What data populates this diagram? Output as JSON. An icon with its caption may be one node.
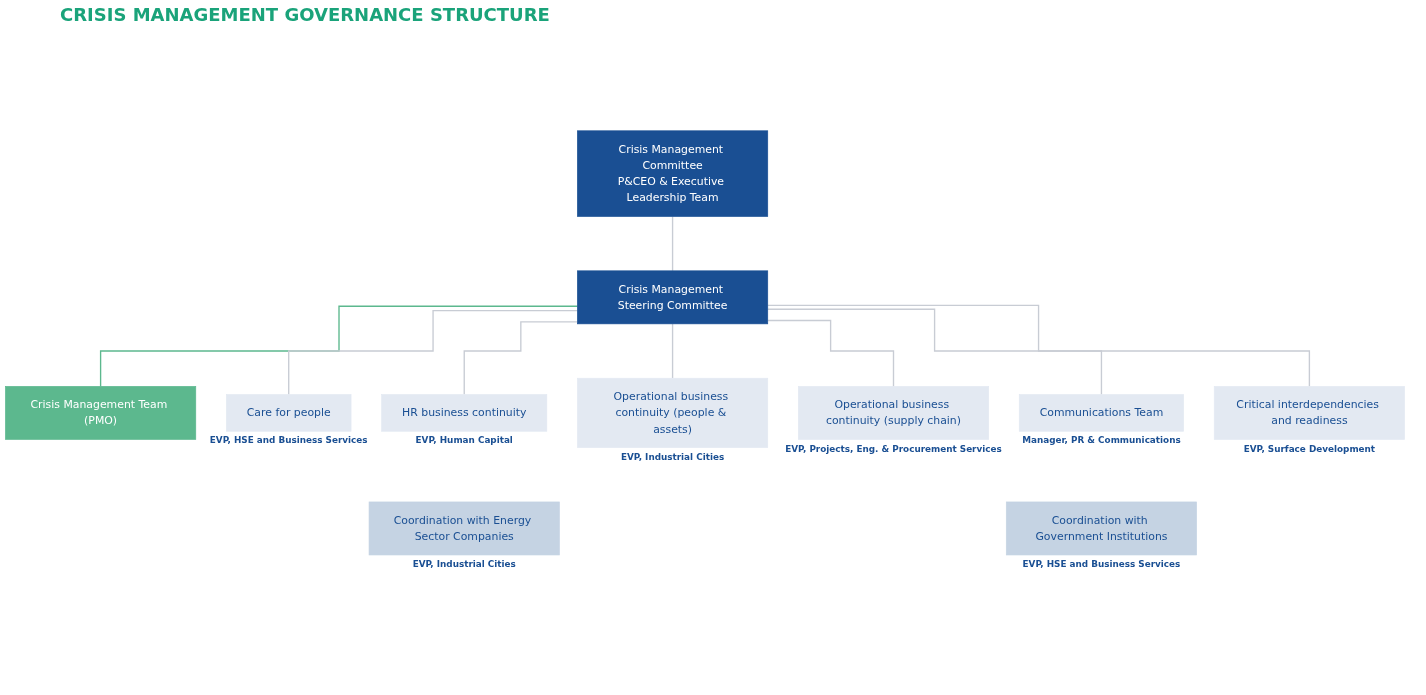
{
  "diagram": {
    "title": "CRISIS MANAGEMENT GOVERNANCE STRUCTURE",
    "nodes": [
      {
        "text": [
          "Crisis Management Committee",
          "P&CEO & Executive Leadership Team"
        ]
      },
      {
        "text": [
          "Crisis Management Steering Committee"
        ]
      },
      {
        "text": [
          "Crisis Management Team (PMO)"
        ]
      },
      {
        "text": [
          "Care for people"
        ],
        "beside": [
          "EVP, HSE and Business Services"
        ]
      },
      {
        "text": [
          "HR business continuity"
        ],
        "beside": [
          "EVP, Human Capital"
        ]
      },
      {
        "text": [
          "Operational business continuity (people & assets)"
        ],
        "beside": [
          "EVP, Industrial Cities"
        ]
      },
      {
        "text": [
          "Operational business continuity (supply chain)"
        ],
        "beside": [
          "EVP, Projects, Eng. & Procurement Services"
        ]
      },
      {
        "text": [
          "Communications Team"
        ],
        "beside": [
          "Manager, PR & Communications"
        ]
      },
      {
        "text": [
          "Critical interdependencies and readiness"
        ],
        "beside": [
          "EVP, Surface Development"
        ]
      },
      {
        "text": [
          "Coordination with Energy Sector Companies"
        ],
        "beside": [
          "EVP, Industrial Cities"
        ]
      },
      {
        "text": [
          "Coordination with Government Institutions"
        ],
        "beside": [
          "EVP, HSE and Business Services"
        ]
      }
    ],
    "edges": [
      {
        "from": 0,
        "to": 1,
        "arrow": "none"
      },
      {
        "from": 1,
        "to": 2,
        "arrow": "none",
        "color": "#5cb88e"
      },
      {
        "from": 1,
        "to": 3,
        "arrow": "none"
      },
      {
        "from": 1,
        "to": 4,
        "arrow": "none"
      },
      {
        "from": 1,
        "to": 5,
        "arrow": "none"
      },
      {
        "from": 1,
        "to": 6,
        "arrow": "none"
      },
      {
        "from": 1,
        "to": 7,
        "arrow": "none"
      },
      {
        "from": 1,
        "to": 8,
        "arrow": "none"
      }
    ]
  }
}
